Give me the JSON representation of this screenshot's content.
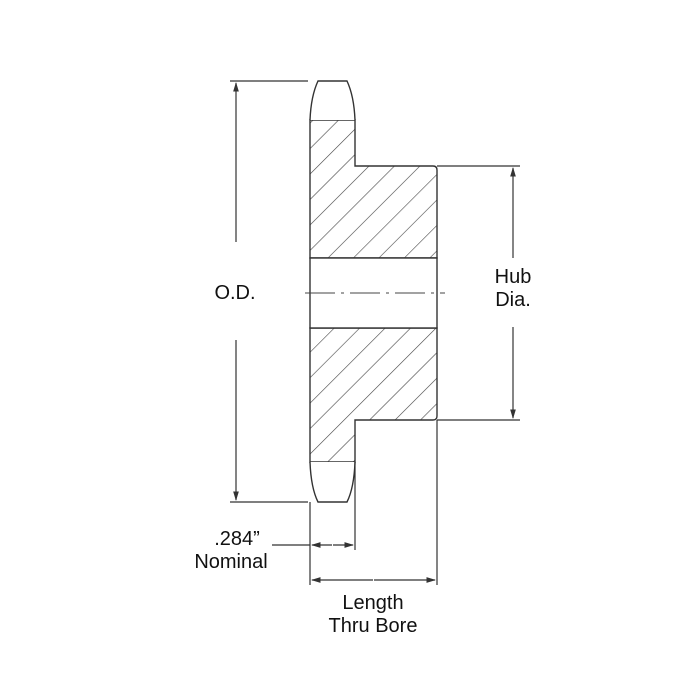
{
  "diagram": {
    "type": "sprocket cross-section dimension drawing",
    "labels": {
      "outer_diameter": "O.D.",
      "hub_diameter_line1": "Hub",
      "hub_diameter_line2": "Dia.",
      "tooth_width_value": ".284”",
      "tooth_width_label": "Nominal",
      "length_line1": "Length",
      "length_line2": "Thru Bore"
    },
    "colors": {
      "line": "#3a3a3a",
      "text": "#111111",
      "background": "#ffffff"
    }
  }
}
